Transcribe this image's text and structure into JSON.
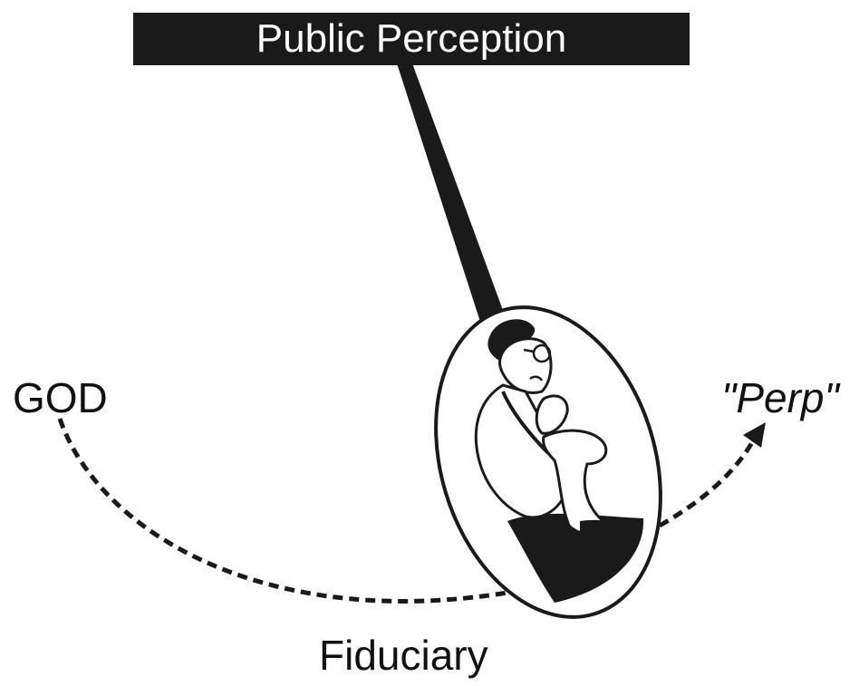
{
  "title": "Public Perception",
  "labels": {
    "left": "GOD",
    "right": "\"Perp\"",
    "bottom": "Fiduciary"
  },
  "colors": {
    "ink": "#1a1a1a",
    "background": "#ffffff"
  },
  "icons": {
    "bob": "seated-thinking-man-icon",
    "arrow": "arrowhead-icon"
  }
}
